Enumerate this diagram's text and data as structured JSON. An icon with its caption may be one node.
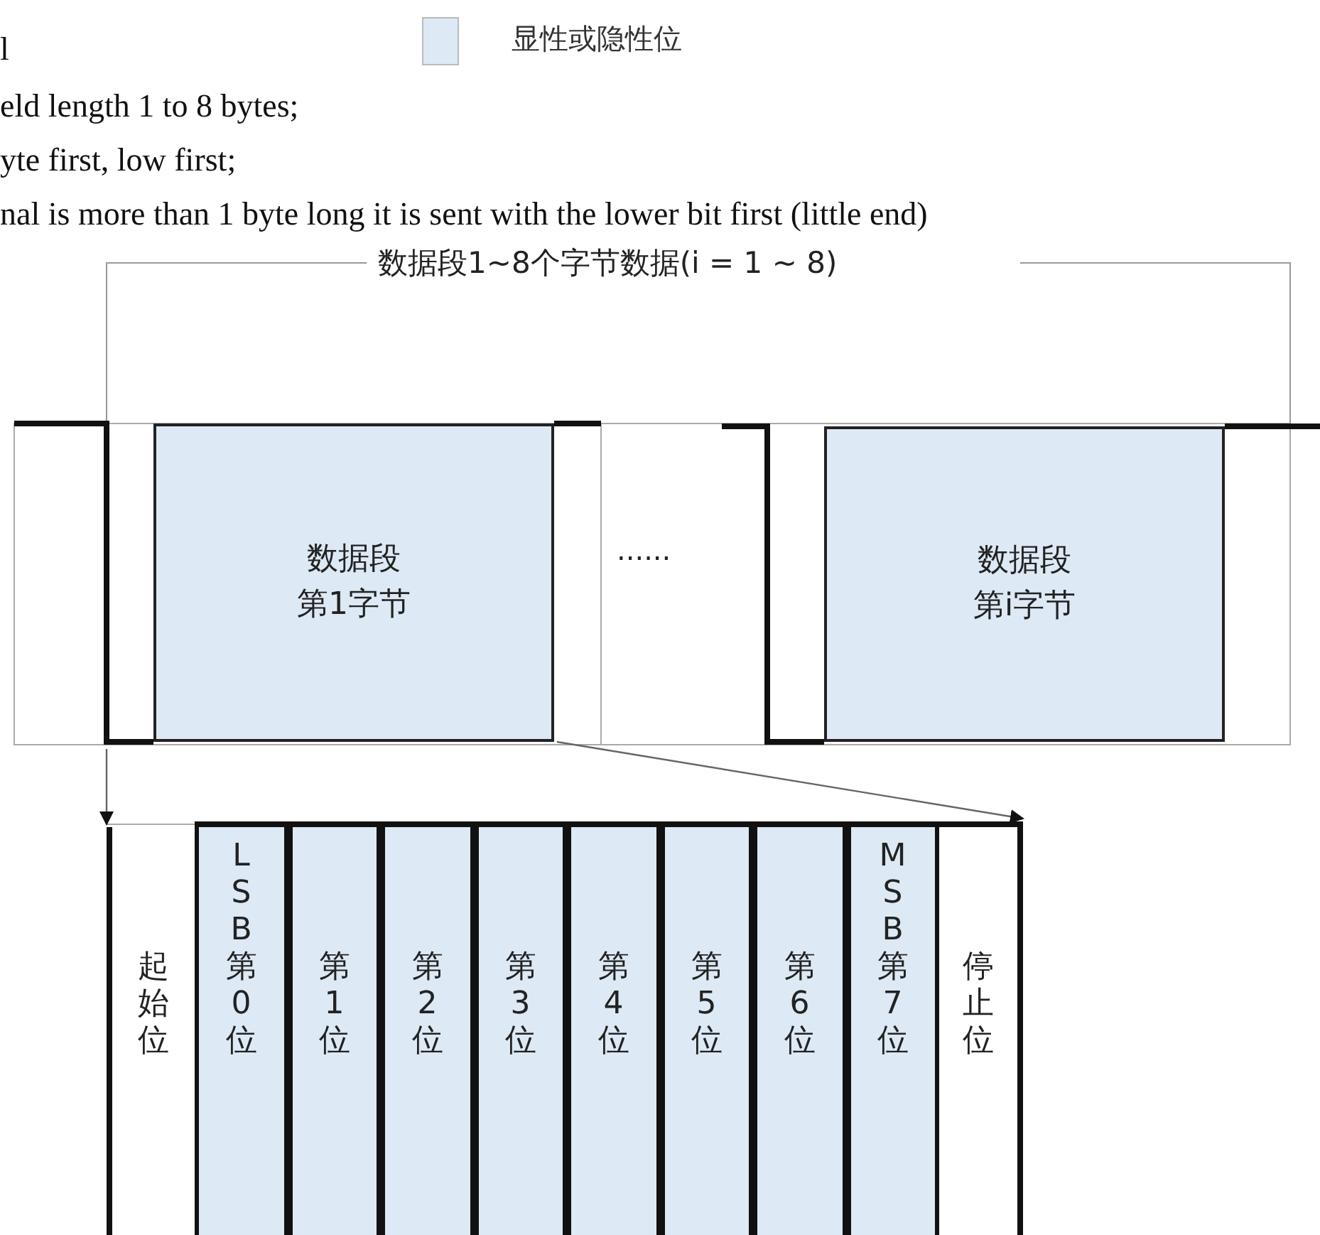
{
  "diagram": {
    "nodes": [
      {
        "text": [
          "数据段",
          "第1字节"
        ]
      },
      {
        "text": [
          "数据段",
          "第i字节"
        ]
      },
      {
        "text": [
          "起始位"
        ]
      },
      {
        "text": [
          "LSB第0位"
        ]
      },
      {
        "text": [
          "第1位"
        ]
      },
      {
        "text": [
          "第2位"
        ]
      },
      {
        "text": [
          "第3位"
        ]
      },
      {
        "text": [
          "第4位"
        ]
      },
      {
        "text": [
          "第5位"
        ]
      },
      {
        "text": [
          "第6位"
        ]
      },
      {
        "text": [
          "MSB第7位"
        ]
      },
      {
        "text": [
          "停止位"
        ]
      }
    ],
    "edges": [
      {
        "from": null,
        "to": 2,
        "arrow": "to"
      },
      {
        "from": 0,
        "to": 11,
        "arrow": "to"
      }
    ],
    "labels": [
      "l",
      "eld length 1 to 8 bytes;",
      "yte first, low first;",
      "nal is more than 1 byte long it is sent with the lower bit first (little end)",
      "数据段1~8个字节数据(i = 1 ~ 8)",
      "......"
    ],
    "legend": [
      {
        "text": "显性或隐性位",
        "color": "#dde9f5"
      }
    ]
  }
}
